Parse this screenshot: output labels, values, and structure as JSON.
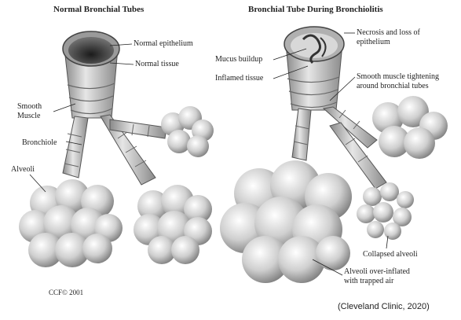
{
  "figure": {
    "panels": [
      {
        "title": "Normal Bronchial Tubes"
      },
      {
        "title": "Bronchial Tube During Bronchiolitis"
      }
    ],
    "labels_left": {
      "normal_epithelium": "Normal epithelium",
      "normal_tissue": "Normal tissue",
      "smooth_muscle_line1": "Smooth",
      "smooth_muscle_line2": "Muscle",
      "bronchiole": "Bronchiole",
      "alveoli": "Alveoli"
    },
    "labels_right": {
      "mucus_buildup": "Mucus buildup",
      "inflamed_tissue": "Inflamed tissue",
      "necrosis_line1": "Necrosis and loss of",
      "necrosis_line2": "epithelium",
      "smooth_tightening_line1": "Smooth muscle tightening",
      "smooth_tightening_line2": "around bronchial tubes",
      "collapsed_alveoli": "Collapsed alveoli",
      "overinflated_line1": "Alveoli over-inflated",
      "overinflated_line2": "with trapped air"
    },
    "copyright": "CCF© 2001",
    "source_credit": "(Cleveland Clinic, 2020)"
  }
}
